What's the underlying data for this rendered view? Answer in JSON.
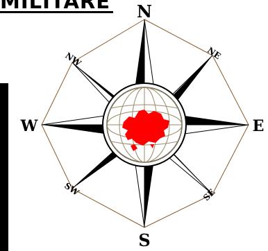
{
  "header": {
    "title": "MILITARE"
  },
  "compass": {
    "labels": {
      "north": "N",
      "south": "S",
      "east": "E",
      "west": "W",
      "northeast": "NE",
      "northwest": "NW",
      "southeast": "SE",
      "southwest": "SW"
    },
    "colors": {
      "points": "#000000",
      "thin_lines": "#8b5a2b",
      "globe_lines": "#9b8a6a",
      "continents": "#ff0000"
    },
    "icon": "compass-rose-icon"
  }
}
